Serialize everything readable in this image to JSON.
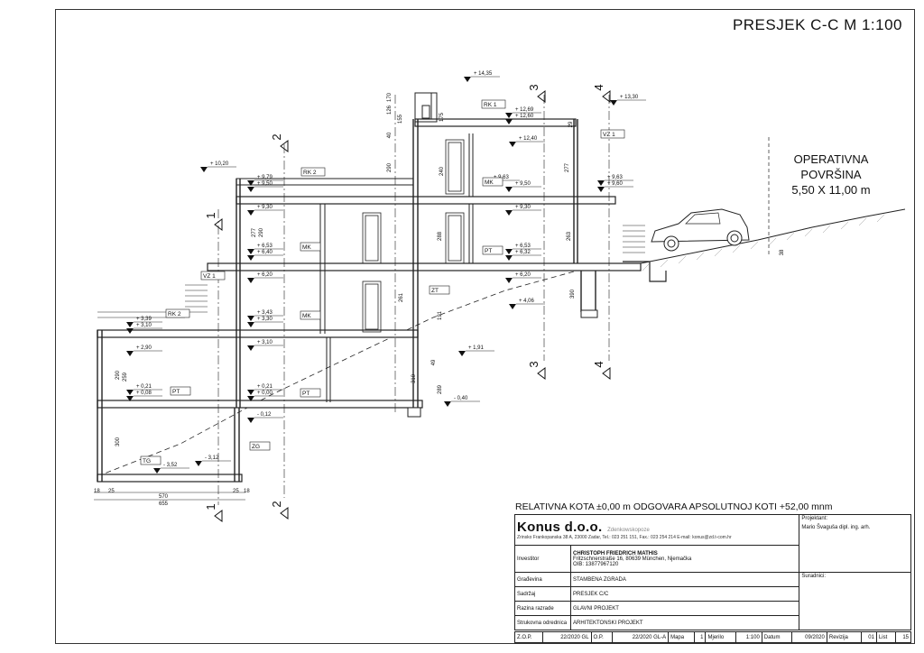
{
  "sheet_title": "PRESJEK C-C  M 1:100",
  "operativna": {
    "line1": "OPERATIVNA",
    "line2": "POVRŠINA",
    "line3": "5,50 X 11,00 m"
  },
  "note": "RELATIVNA KOTA ±0,00 m ODGOVARA APSOLUTNOJ KOTI +52,00 mnm",
  "levels": [
    "+ 14,35",
    "+ 12,69",
    "+ 12,60",
    "+ 12,40",
    "+ 13,30",
    "+ 10,20",
    "+ 9,79",
    "+ 9,50",
    "+ 9,63",
    "+ 9,50",
    "+ 9,63",
    "+ 9,60",
    "+ 9,30",
    "+ 9,30",
    "+ 6,53",
    "+ 6,40",
    "+ 6,53",
    "+ 6,32",
    "+ 6,20",
    "+ 6,20",
    "+ 4,06",
    "+ 3,43",
    "+ 3,30",
    "+ 3,39",
    "+ 3,10",
    "+ 3,10",
    "+ 2,90",
    "+ 1,91",
    "+ 0,21",
    "+ 0,08",
    "+ 0,21",
    "+ 0,00",
    "- 0,12",
    "- 0,40",
    "- 3,12",
    "- 3,52"
  ],
  "rooms": [
    "RK 1",
    "RK 2",
    "RK 2",
    "VZ 1",
    "VZ 1",
    "MK",
    "MK",
    "MK",
    "PT",
    "PT",
    "PT",
    "ZT",
    "ZG",
    "TG"
  ],
  "dims": [
    "570",
    "655",
    "18",
    "25",
    "25",
    "18",
    "300",
    "290",
    "259",
    "277",
    "290",
    "288",
    "263",
    "277",
    "240",
    "290",
    "261",
    "310",
    "289",
    "191",
    "390",
    "175",
    "155",
    "170",
    "126",
    "40",
    "49",
    "29",
    "38",
    "15"
  ],
  "section_marks": [
    "1",
    "1",
    "2",
    "2",
    "3",
    "3",
    "4",
    "4"
  ],
  "title_block": {
    "company": "Konus d.o.o.",
    "company_sub": "Zdenkowskopoze",
    "address": "Zrinsko Frankopanska 38 A, 23000 Zadar, Tel.: 023 251 151, Fax.: 023 254 214  E-mail: konus@zd.t-com.hr",
    "projektant_label": "Projektant:",
    "projektant_value": "Mario Švaguša  dipl. ing. arh.",
    "investitor_label": "Investitor",
    "investitor_name": "CHRISTOPH FRIEDRICH MATHIS",
    "investitor_addr": "Fritzschnerstraße 16, 80639 München, Njemačka",
    "investitor_oib": "OIB: 13877967120",
    "suradnici_label": "Suradnici:",
    "gradjevina_label": "Građevina",
    "gradjevina_value": "STAMBENA ZGRADA",
    "sadrzaj_label": "Sadržaj",
    "sadrzaj_value": "PRESJEK C/C",
    "razina_label": "Razina razrade",
    "razina_value": "GLAVNI PROJEKT",
    "strukovna_label": "Strukovna odrednica",
    "strukovna_value": "ARHITEKTONSKI PROJEKT",
    "footer": [
      {
        "label": "Z.O.P.",
        "value": "22/2020 GL"
      },
      {
        "label": "O.P.",
        "value": "22/2020 GL-A"
      },
      {
        "label": "Mapa",
        "value": "1"
      },
      {
        "label": "Mjerilo",
        "value": "1:100"
      },
      {
        "label": "Datum",
        "value": "09/2020"
      },
      {
        "label": "Revizija",
        "value": "01"
      },
      {
        "label": "List",
        "value": "15"
      }
    ]
  }
}
